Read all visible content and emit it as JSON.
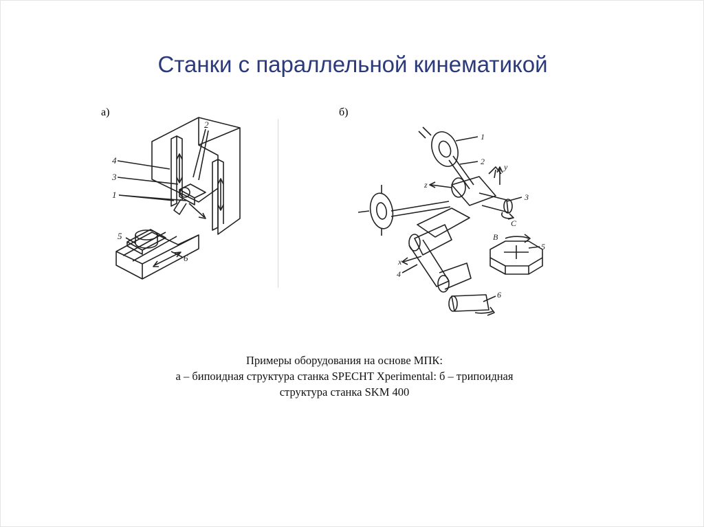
{
  "slide": {
    "title": "Станки с параллельной кинематикой",
    "figure_a": {
      "label": "а)",
      "callouts": [
        "1",
        "2",
        "3",
        "4",
        "5",
        "6"
      ]
    },
    "figure_b": {
      "label": "б)",
      "callouts": [
        "1",
        "2",
        "3",
        "4",
        "5",
        "6"
      ],
      "axes": [
        "x",
        "y",
        "z",
        "C",
        "B"
      ]
    },
    "caption": {
      "line1": "Примеры оборудования на основе МПК:",
      "line2": "а – бипоидная структура станка SPECHT Xperimental: б – трипоидная",
      "line3": "структура станка SKM 400"
    }
  }
}
